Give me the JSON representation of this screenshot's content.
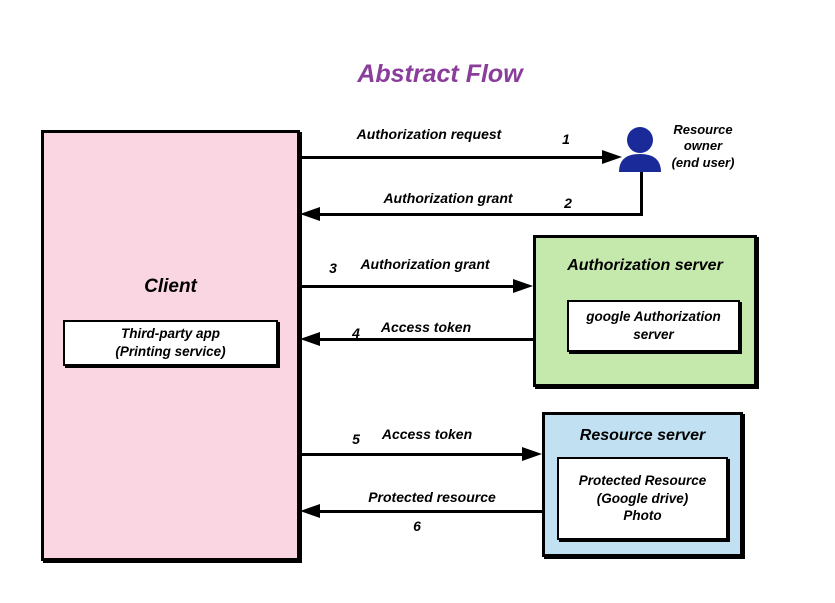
{
  "title": "Abstract Flow",
  "client": {
    "label": "Client",
    "inner": "Third-party app\n(Printing service)"
  },
  "resource_owner": {
    "label": "Resource\nowner\n(end user)",
    "icon": "person-icon"
  },
  "authorization_server": {
    "label": "Authorization server",
    "inner": "google Authorization\nserver"
  },
  "resource_server": {
    "label": "Resource server",
    "inner": "Protected Resource\n(Google drive)\nPhoto"
  },
  "arrows": [
    {
      "num": "1",
      "label": "Authorization request",
      "from": "Client",
      "to": "Resource owner",
      "direction": "right"
    },
    {
      "num": "2",
      "label": "Authorization grant",
      "from": "Resource owner",
      "to": "Client",
      "direction": "left"
    },
    {
      "num": "3",
      "label": "Authorization grant",
      "from": "Client",
      "to": "Authorization server",
      "direction": "right"
    },
    {
      "num": "4",
      "label": "Access token",
      "from": "Authorization server",
      "to": "Client",
      "direction": "left"
    },
    {
      "num": "5",
      "label": "Access token",
      "from": "Client",
      "to": "Resource server",
      "direction": "right"
    },
    {
      "num": "6",
      "label": "Protected resource",
      "from": "Resource server",
      "to": "Client",
      "direction": "left"
    }
  ],
  "colors": {
    "title": "#8a3d9a",
    "client_fill": "#fad6e2",
    "auth_server_fill": "#c5e8ac",
    "resource_server_fill": "#c1e1f2",
    "owner_icon": "#1a2a99",
    "line": "#000000"
  }
}
